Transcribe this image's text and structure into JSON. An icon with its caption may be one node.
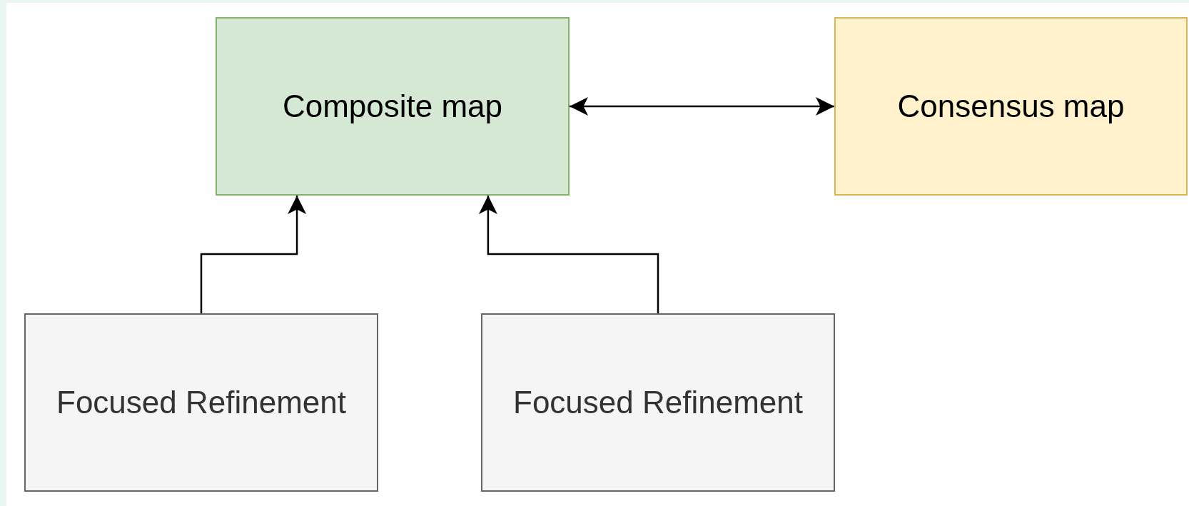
{
  "diagram": {
    "nodes": [
      {
        "text": [
          "Composite map"
        ]
      },
      {
        "text": [
          "Consensus map"
        ]
      },
      {
        "text": [
          "Focused Refinement"
        ]
      },
      {
        "text": [
          "Focused Refinement"
        ]
      }
    ],
    "edges": [
      {
        "from": 0,
        "to": 1,
        "arrow": "both"
      },
      {
        "from": 2,
        "to": 0,
        "arrow": "to"
      },
      {
        "from": 3,
        "to": 0,
        "arrow": "to"
      }
    ]
  }
}
